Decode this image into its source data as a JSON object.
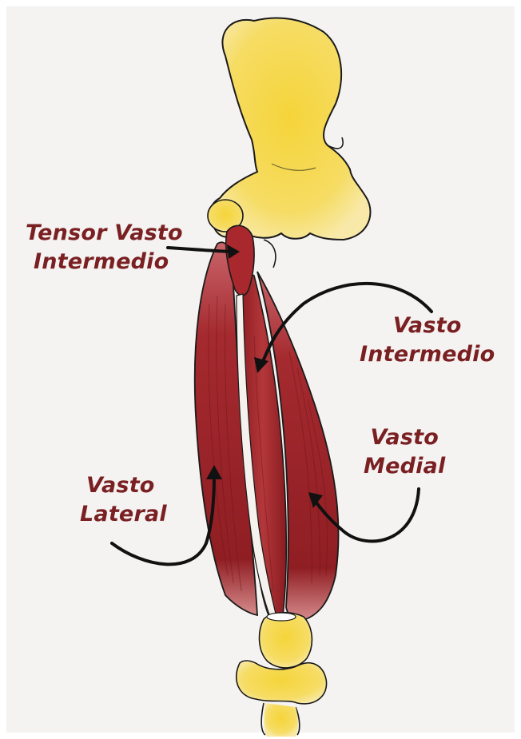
{
  "labels": {
    "tensor": {
      "line1": "Tensor Vasto",
      "line2": "Intermedio"
    },
    "intermedio": {
      "line1": "Vasto",
      "line2": "Intermedio"
    },
    "medial": {
      "line1": "Vasto",
      "line2": "Medial"
    },
    "lateral": {
      "line1": "Vasto",
      "line2": "Lateral"
    }
  },
  "colors": {
    "label": "#7a1f22",
    "muscle": "#a0262a",
    "bone": "#f2d23a",
    "outline": "#1a1a1a",
    "background": "#f4f3f1"
  }
}
